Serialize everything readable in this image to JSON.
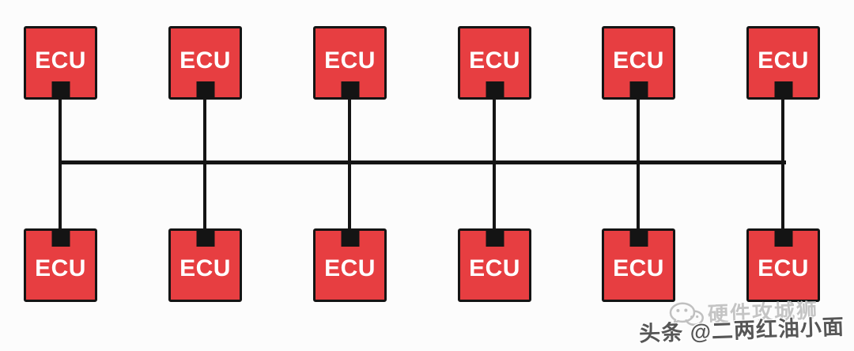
{
  "diagram": {
    "type": "bus-topology",
    "bus": {
      "orientation": "horizontal"
    },
    "top_row": [
      "ECU",
      "ECU",
      "ECU",
      "ECU",
      "ECU",
      "ECU"
    ],
    "bottom_row": [
      "ECU",
      "ECU",
      "ECU",
      "ECU",
      "ECU",
      "ECU"
    ],
    "colors": {
      "node_fill": "#e73e41",
      "node_border": "#141414",
      "line": "#141414",
      "background": "#fcfcfc"
    }
  },
  "watermark": {
    "icon": "wechat-icon",
    "brand_line": "硬件攻城狮",
    "credit_line": "头条 @二两红油小面",
    "colors": {
      "brand": "#c4c4c4",
      "credit": "#565656"
    }
  }
}
